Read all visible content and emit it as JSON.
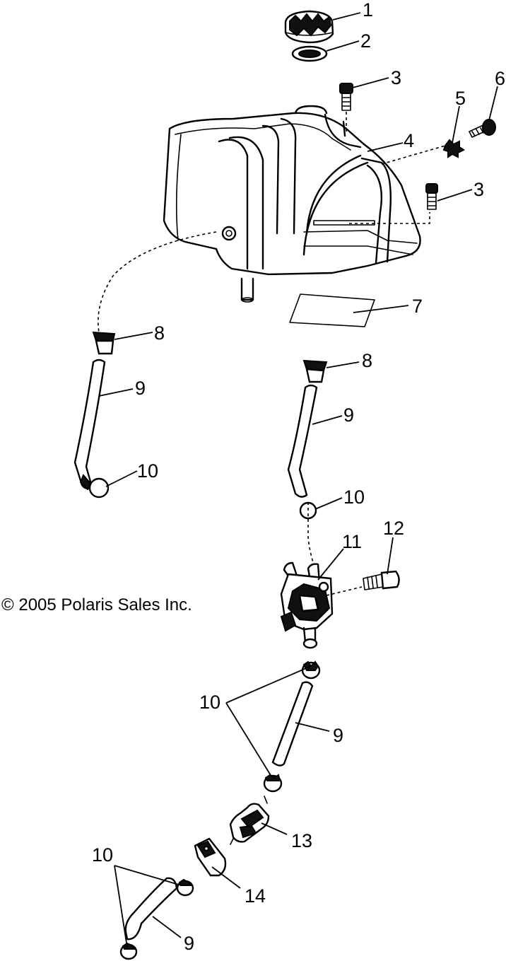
{
  "diagram": {
    "copyright": "© 2005 Polaris Sales Inc.",
    "callouts": [
      {
        "id": "c1",
        "label": "1"
      },
      {
        "id": "c2",
        "label": "2"
      },
      {
        "id": "c3a",
        "label": "3"
      },
      {
        "id": "c4",
        "label": "4"
      },
      {
        "id": "c5",
        "label": "5"
      },
      {
        "id": "c6",
        "label": "6"
      },
      {
        "id": "c3b",
        "label": "3"
      },
      {
        "id": "c7",
        "label": "7"
      },
      {
        "id": "c8a",
        "label": "8"
      },
      {
        "id": "c8b",
        "label": "8"
      },
      {
        "id": "c9a",
        "label": "9"
      },
      {
        "id": "c9b",
        "label": "9"
      },
      {
        "id": "c10a",
        "label": "10"
      },
      {
        "id": "c10b",
        "label": "10"
      },
      {
        "id": "c11",
        "label": "11"
      },
      {
        "id": "c12",
        "label": "12"
      },
      {
        "id": "c10c",
        "label": "10"
      },
      {
        "id": "c9c",
        "label": "9"
      },
      {
        "id": "c13",
        "label": "13"
      },
      {
        "id": "c14",
        "label": "14"
      },
      {
        "id": "c10d",
        "label": "10"
      },
      {
        "id": "c9d",
        "label": "9"
      }
    ]
  }
}
